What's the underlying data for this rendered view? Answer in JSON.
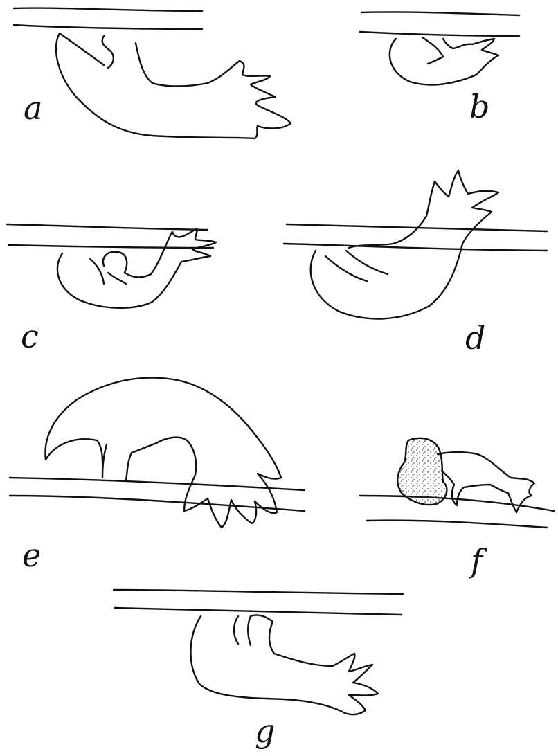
{
  "figure": {
    "panels": [
      {
        "id": "a",
        "label": "a",
        "orientation": "hanging-below-surface"
      },
      {
        "id": "b",
        "label": "b",
        "orientation": "hanging-below-surface"
      },
      {
        "id": "c",
        "label": "c",
        "orientation": "hanging-below-surface"
      },
      {
        "id": "d",
        "label": "d",
        "orientation": "rising-above-surface"
      },
      {
        "id": "e",
        "label": "e",
        "orientation": "arched-above-surface"
      },
      {
        "id": "f",
        "label": "f",
        "orientation": "standing-on-surface",
        "has_stippled_mass": true
      },
      {
        "id": "g",
        "label": "g",
        "orientation": "hanging-below-surface"
      }
    ],
    "colors": {
      "ink": "#111111",
      "paper": "#ffffff",
      "stipple": "#555555"
    }
  }
}
